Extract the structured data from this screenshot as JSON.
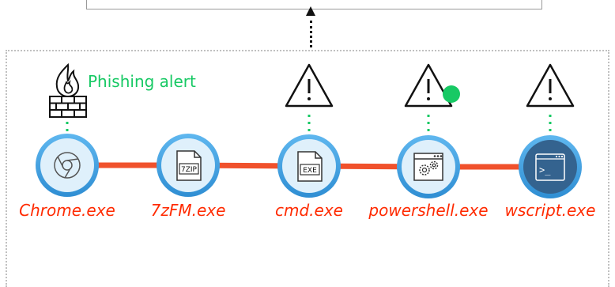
{
  "alert": {
    "text": "Phishing alert"
  },
  "nodes": [
    {
      "name": "Chrome.exe",
      "icon": "chrome-icon"
    },
    {
      "name": "7zFM.exe",
      "icon": "7zip-file-icon",
      "badge": "7ZIP"
    },
    {
      "name": "cmd.exe",
      "icon": "exe-file-icon",
      "badge": "EXE"
    },
    {
      "name": "powershell.exe",
      "icon": "gears-window-icon",
      "status_dot": true
    },
    {
      "name": "wscript.exe",
      "icon": "terminal-icon",
      "badge": ">_",
      "selected": true
    }
  ],
  "colors": {
    "connector": "#f0512c",
    "node_ring": "#3f9fe0",
    "node_fill": "#dff0fb",
    "selected_fill": "#34638f",
    "label": "#ff2a00",
    "alert": "#17c964",
    "status_dot": "#17c964"
  }
}
